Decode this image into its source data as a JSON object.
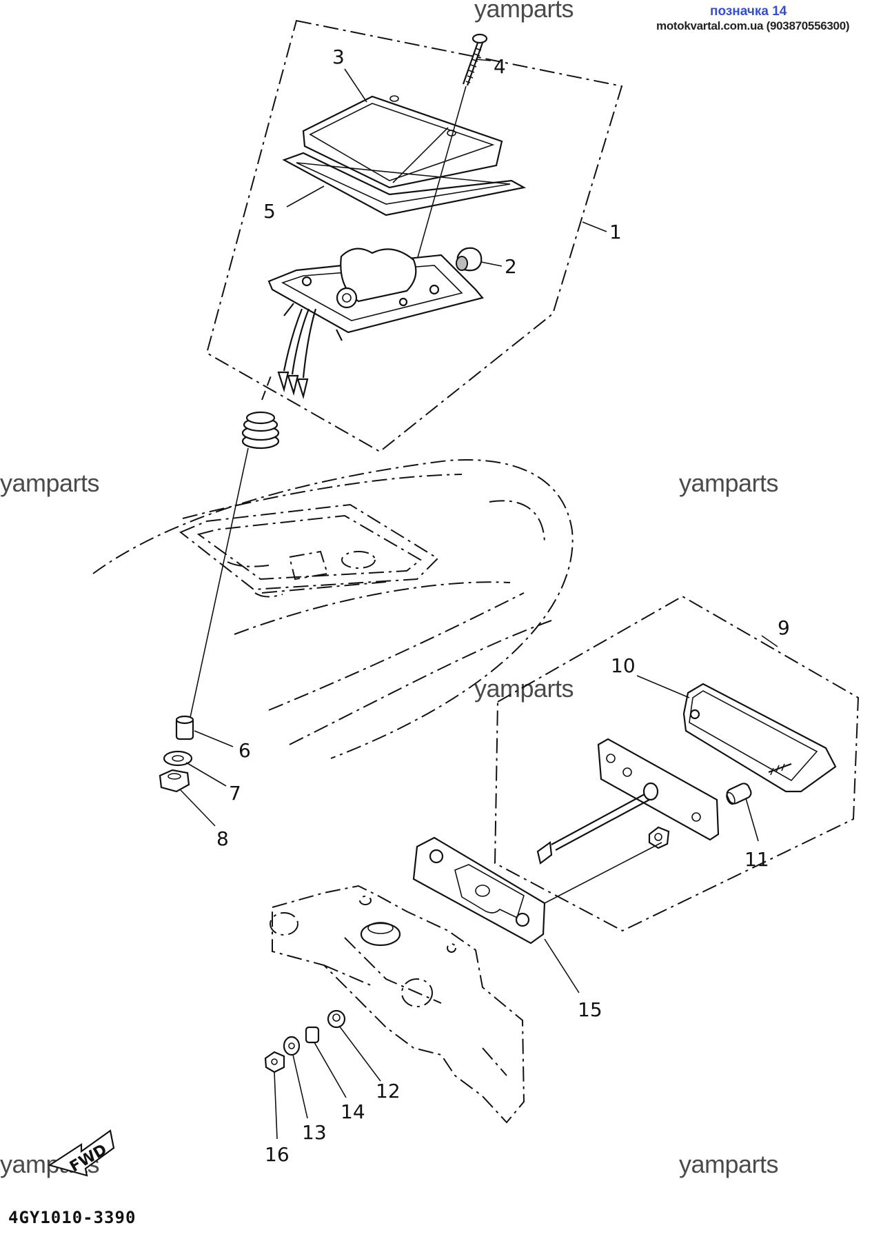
{
  "header": {
    "title": "позначка 14",
    "subtitle": "motokvartal.com.ua (903870556300)"
  },
  "watermarks": [
    "yamparts",
    "yamparts",
    "yamparts",
    "yamparts",
    "yamparts",
    "yamparts"
  ],
  "diagram_code": "4GY1010-3390",
  "fwd_label": "FWD",
  "callouts": [
    "1",
    "2",
    "3",
    "4",
    "5",
    "6",
    "7",
    "8",
    "9",
    "10",
    "11",
    "12",
    "13",
    "14",
    "15",
    "16"
  ]
}
